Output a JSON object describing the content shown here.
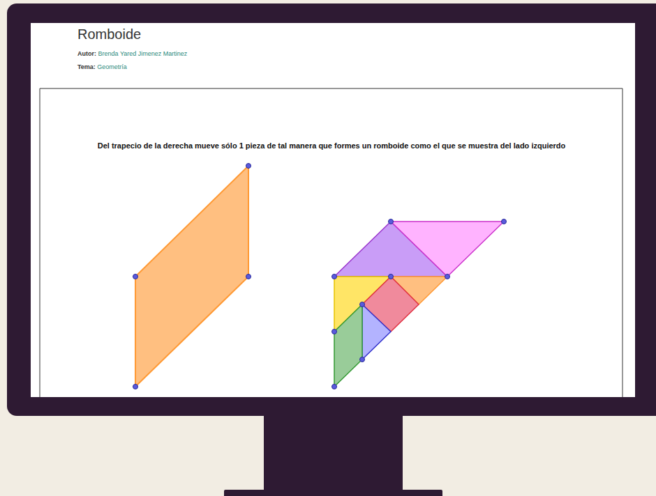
{
  "diagram": {
    "title": "Romboide",
    "labels": [
      "Autor:",
      "Brenda Yared Jimenez Martinez",
      "Tema:",
      "Geometría",
      "Del trapecio de la derecha mueve sólo 1 pieza de tal manera que formes un romboide como el que se muestra del lado izquierdo"
    ]
  }
}
